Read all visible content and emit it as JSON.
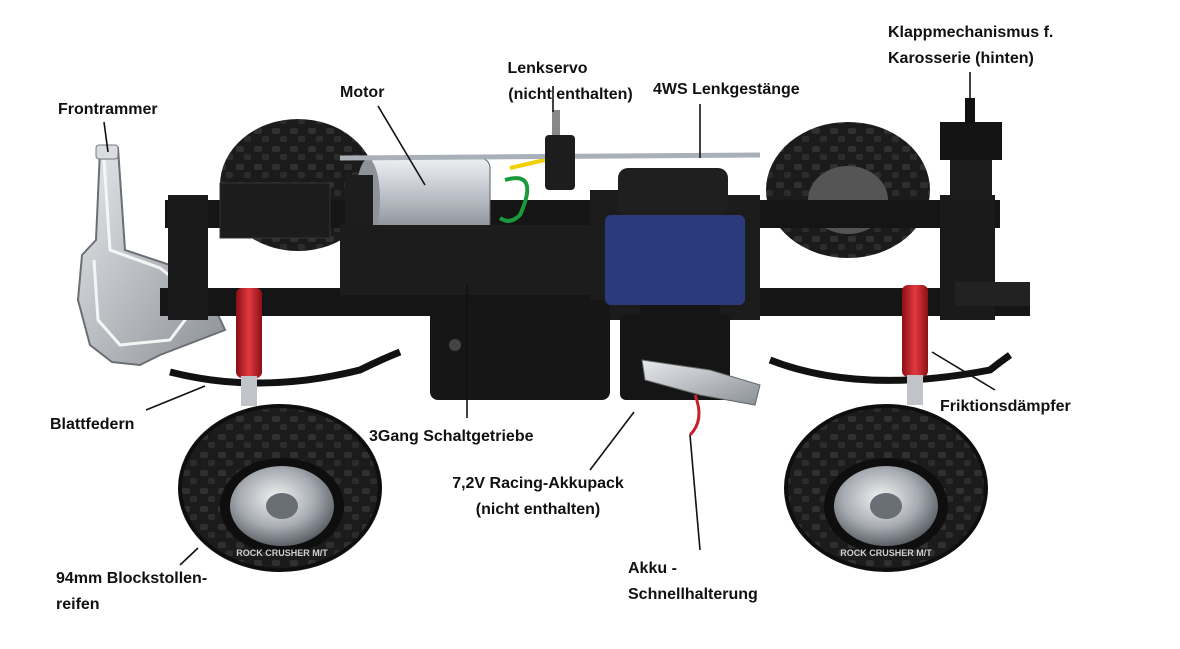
{
  "labels": {
    "klappmechanismus": {
      "line1": "Klappmechanismus f.",
      "line2": "Karosserie (hinten)"
    },
    "lenkservo": {
      "line1": "Lenkservo",
      "line2": "(nicht enthalten)"
    },
    "motor": {
      "line1": "Motor"
    },
    "lenkgestaenge": {
      "line1": "4WS Lenkgestänge"
    },
    "frontrammer": {
      "line1": "Frontrammer"
    },
    "blattfedern": {
      "line1": "Blattfedern"
    },
    "schaltgetriebe": {
      "line1": "3Gang Schaltgetriebe"
    },
    "akkupack": {
      "line1": "7,2V Racing-Akkupack",
      "line2": "(nicht enthalten)"
    },
    "friktionsdaempfer": {
      "line1": "Friktionsdämpfer"
    },
    "reifen": {
      "line1": "94mm Blockstollen-",
      "line2": "reifen"
    },
    "akkuhalterung": {
      "line1": "Akku -",
      "line2": "Schnellhalterung"
    }
  },
  "tire_text": "ROCK CRUSHER M/T",
  "colors": {
    "frame": "#141414",
    "motor": "#c9ccd2",
    "damper": "#c8202a",
    "silver": "#b8bcc4",
    "tire": "#1c1c1c"
  }
}
